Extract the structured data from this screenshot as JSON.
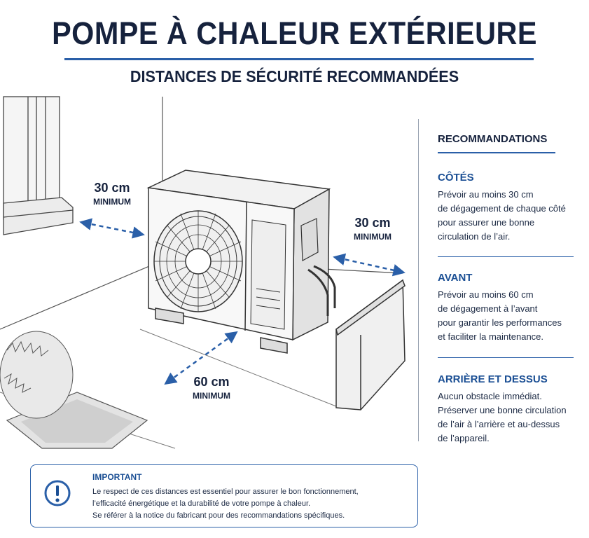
{
  "header": {
    "title": "POMPE À CHALEUR EXTÉRIEURE",
    "subtitle": "DISTANCES DE SÉCURITÉ RECOMMANDÉES"
  },
  "distances": {
    "left": {
      "value": "30 cm",
      "label": "MINIMUM"
    },
    "right": {
      "value": "30 cm",
      "label": "MINIMUM"
    },
    "front": {
      "value": "60 cm",
      "label": "MINIMUM"
    }
  },
  "panel": {
    "heading": "RECOMMANDATIONS",
    "sections": [
      {
        "title": "CÔTÉS",
        "lines": [
          "Prévoir au moins 30 cm",
          "de dégagement de chaque côté",
          "pour assurer une bonne",
          "circulation de l’air."
        ]
      },
      {
        "title": "AVANT",
        "lines": [
          "Prévoir au moins 60 cm",
          "de dégagement à l’avant",
          "pour garantir les performances",
          "et faciliter la maintenance."
        ]
      },
      {
        "title": "ARRIÈRE ET DESSUS",
        "lines": [
          "Aucun obstacle immédiat.",
          "Préserver une bonne circulation",
          "de l’air à l’arrière et au-dessus",
          "de l’appareil."
        ]
      }
    ]
  },
  "notice": {
    "title": "IMPORTANT",
    "lines": [
      "Le respect de ces distances est essentiel pour assurer le bon fonctionnement,",
      "l’efficacité énergétique et la durabilité de votre pompe à chaleur.",
      "Se référer à la notice du fabricant pour des recommandations spécifiques."
    ]
  },
  "colors": {
    "accent": "#2a5fa8",
    "heading": "#16223d",
    "text": "#1c2a44"
  }
}
